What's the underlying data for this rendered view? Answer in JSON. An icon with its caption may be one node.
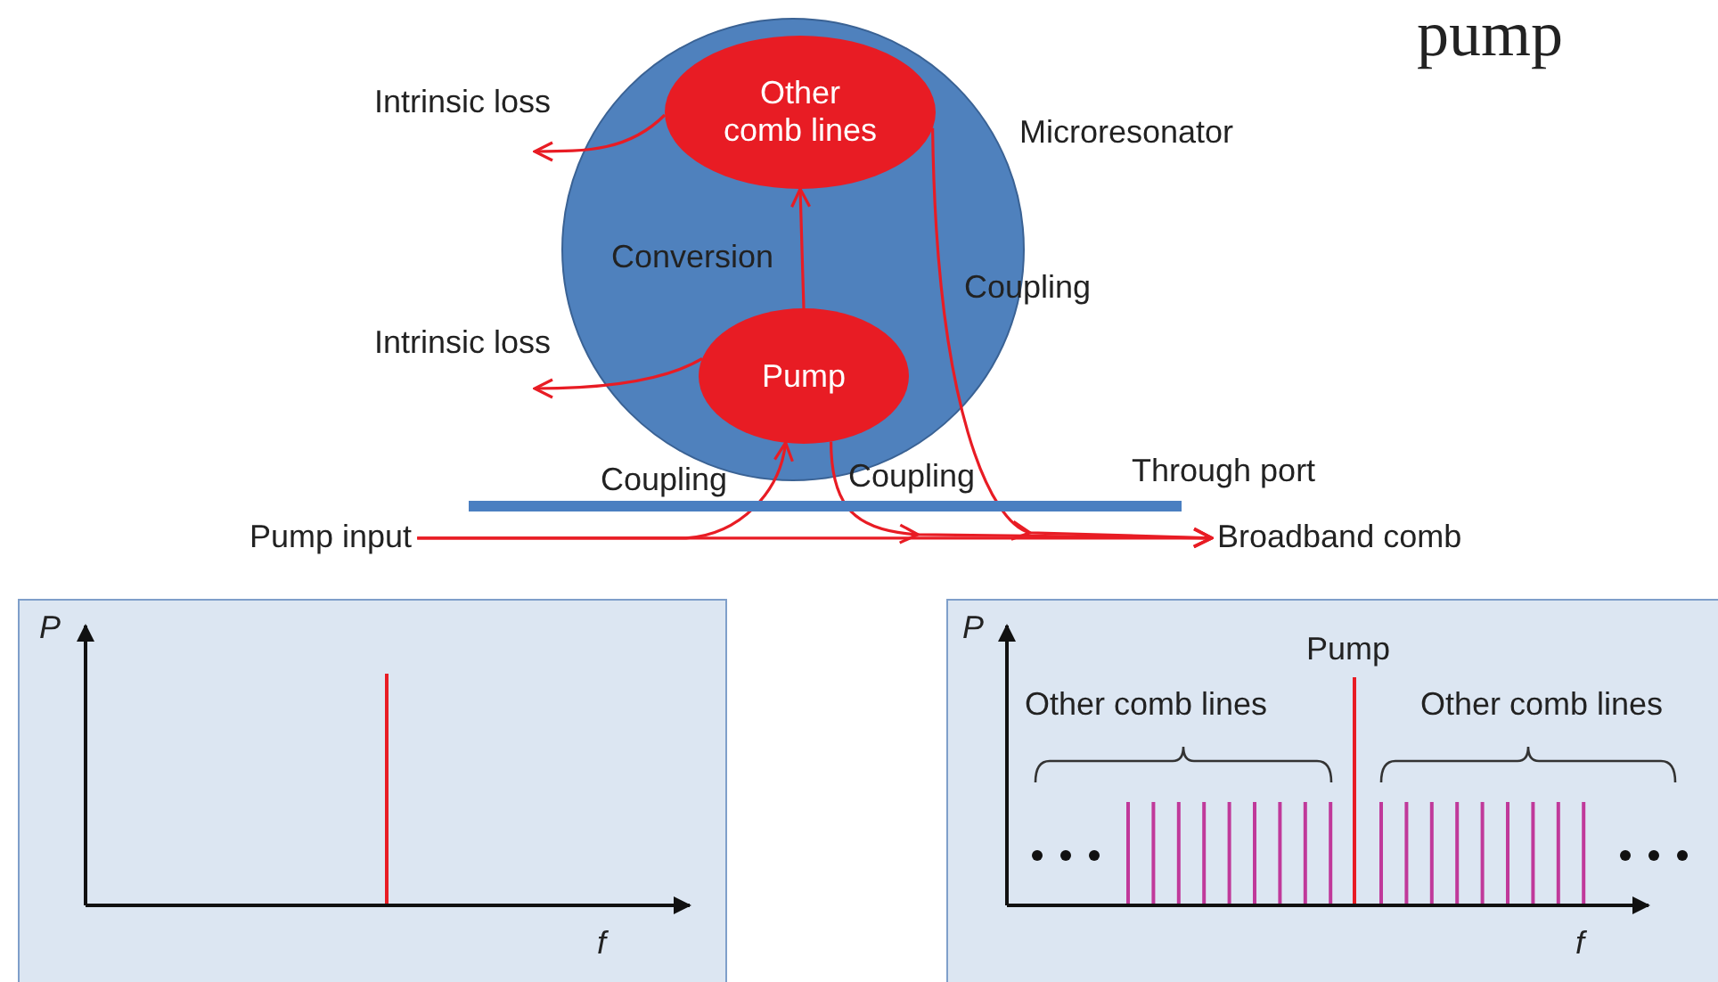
{
  "diagram": {
    "nodes": [
      {
        "text": [
          "Microresonator"
        ]
      },
      {
        "text": [
          "Other comb lines"
        ],
        "in": 0
      },
      {
        "text": [
          "Pump"
        ],
        "in": 0
      },
      {
        "text": [
          "Pump input"
        ]
      },
      {
        "text": [
          "Broadband comb"
        ]
      }
    ],
    "edges": [
      {
        "from": 1,
        "to": null,
        "arrow": "to",
        "label": "Intrinsic loss"
      },
      {
        "from": 2,
        "to": 1,
        "arrow": "to",
        "label": "Conversion"
      },
      {
        "from": 1,
        "to": 4,
        "arrow": "to",
        "label": "Coupling"
      },
      {
        "from": 2,
        "to": null,
        "arrow": "to",
        "label": "Intrinsic loss"
      },
      {
        "from": 3,
        "to": 2,
        "arrow": "to",
        "label": "Coupling"
      },
      {
        "from": 2,
        "to": 4,
        "arrow": "to",
        "label": "Coupling"
      },
      {
        "from": 3,
        "to": 4,
        "arrow": "to"
      }
    ],
    "labels": [
      "pump",
      "Through port",
      "P",
      "f",
      "P",
      "Pump",
      "Other comb lines",
      "Other comb lines",
      "f"
    ]
  }
}
